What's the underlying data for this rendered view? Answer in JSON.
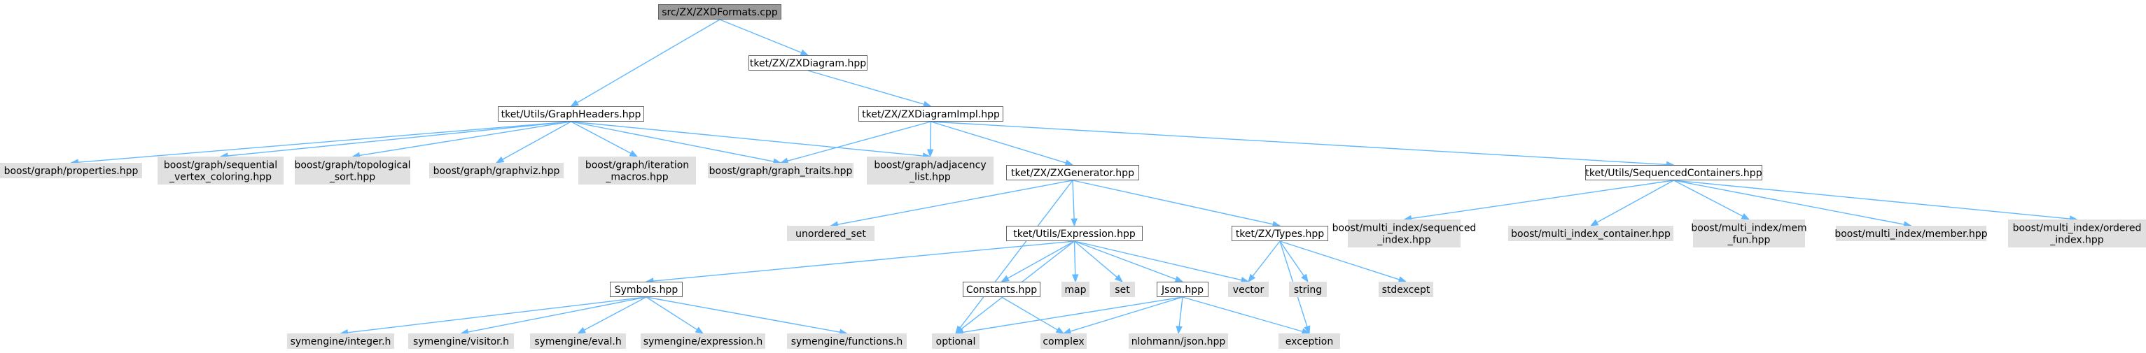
{
  "colors": {
    "edge": "#63b8ff",
    "root_fill": "#999999",
    "root_border": "#666666",
    "local_fill": "#ffffff",
    "local_border": "#666666",
    "external_fill": "#e0e0e0",
    "external_border": "#e0e0e0"
  },
  "nodes": [
    {
      "id": "root",
      "kind": "root",
      "lines": [
        "src/ZX/ZXDFormats.cpp"
      ]
    },
    {
      "id": "graphheaders",
      "kind": "local",
      "lines": [
        "tket/Utils/GraphHeaders.hpp"
      ]
    },
    {
      "id": "zxdiagram",
      "kind": "local",
      "lines": [
        "tket/ZX/ZXDiagram.hpp"
      ]
    },
    {
      "id": "zxdiagramimpl",
      "kind": "local",
      "lines": [
        "tket/ZX/ZXDiagramImpl.hpp"
      ]
    },
    {
      "id": "properties",
      "kind": "external",
      "lines": [
        "boost/graph/properties.hpp"
      ]
    },
    {
      "id": "seqcolor",
      "kind": "external",
      "lines": [
        "boost/graph/sequential",
        "_vertex_coloring.hpp"
      ]
    },
    {
      "id": "topo",
      "kind": "external",
      "lines": [
        "boost/graph/topological",
        "_sort.hpp"
      ]
    },
    {
      "id": "graphviz",
      "kind": "external",
      "lines": [
        "boost/graph/graphviz.hpp"
      ]
    },
    {
      "id": "itermacros",
      "kind": "external",
      "lines": [
        "boost/graph/iteration",
        "_macros.hpp"
      ]
    },
    {
      "id": "graphtraits",
      "kind": "external",
      "lines": [
        "boost/graph/graph_traits.hpp"
      ]
    },
    {
      "id": "adjlist",
      "kind": "external",
      "lines": [
        "boost/graph/adjacency",
        "_list.hpp"
      ]
    },
    {
      "id": "zxgenerator",
      "kind": "local",
      "lines": [
        "tket/ZX/ZXGenerator.hpp"
      ]
    },
    {
      "id": "seqcontainers",
      "kind": "local",
      "lines": [
        "tket/Utils/SequencedContainers.hpp"
      ]
    },
    {
      "id": "unordered_set",
      "kind": "external",
      "lines": [
        "unordered_set"
      ]
    },
    {
      "id": "expression",
      "kind": "local",
      "lines": [
        "tket/Utils/Expression.hpp"
      ]
    },
    {
      "id": "types",
      "kind": "local",
      "lines": [
        "tket/ZX/Types.hpp"
      ]
    },
    {
      "id": "mi_sequenced",
      "kind": "external",
      "lines": [
        "boost/multi_index/sequenced",
        "_index.hpp"
      ]
    },
    {
      "id": "mi_container",
      "kind": "external",
      "lines": [
        "boost/multi_index_container.hpp"
      ]
    },
    {
      "id": "mi_memfun",
      "kind": "external",
      "lines": [
        "boost/multi_index/mem",
        "_fun.hpp"
      ]
    },
    {
      "id": "mi_member",
      "kind": "external",
      "lines": [
        "boost/multi_index/member.hpp"
      ]
    },
    {
      "id": "mi_ordered",
      "kind": "external",
      "lines": [
        "boost/multi_index/ordered",
        "_index.hpp"
      ]
    },
    {
      "id": "symbols",
      "kind": "local",
      "lines": [
        "Symbols.hpp"
      ]
    },
    {
      "id": "constants",
      "kind": "local",
      "lines": [
        "Constants.hpp"
      ]
    },
    {
      "id": "map",
      "kind": "external",
      "lines": [
        "map"
      ]
    },
    {
      "id": "set",
      "kind": "external",
      "lines": [
        "set"
      ]
    },
    {
      "id": "json",
      "kind": "local",
      "lines": [
        "Json.hpp"
      ]
    },
    {
      "id": "vector",
      "kind": "external",
      "lines": [
        "vector"
      ]
    },
    {
      "id": "string",
      "kind": "external",
      "lines": [
        "string"
      ]
    },
    {
      "id": "stdexcept",
      "kind": "external",
      "lines": [
        "stdexcept"
      ]
    },
    {
      "id": "sym_integer",
      "kind": "external",
      "lines": [
        "symengine/integer.h"
      ]
    },
    {
      "id": "sym_visitor",
      "kind": "external",
      "lines": [
        "symengine/visitor.h"
      ]
    },
    {
      "id": "sym_eval",
      "kind": "external",
      "lines": [
        "symengine/eval.h"
      ]
    },
    {
      "id": "sym_expression",
      "kind": "external",
      "lines": [
        "symengine/expression.h"
      ]
    },
    {
      "id": "sym_functions",
      "kind": "external",
      "lines": [
        "symengine/functions.h"
      ]
    },
    {
      "id": "optional",
      "kind": "external",
      "lines": [
        "optional"
      ]
    },
    {
      "id": "complex",
      "kind": "external",
      "lines": [
        "complex"
      ]
    },
    {
      "id": "nlohmann",
      "kind": "external",
      "lines": [
        "nlohmann/json.hpp"
      ]
    },
    {
      "id": "exception",
      "kind": "external",
      "lines": [
        "exception"
      ]
    }
  ],
  "edges": [
    [
      "root",
      "graphheaders"
    ],
    [
      "root",
      "zxdiagram"
    ],
    [
      "zxdiagram",
      "zxdiagramimpl"
    ],
    [
      "graphheaders",
      "properties"
    ],
    [
      "graphheaders",
      "seqcolor"
    ],
    [
      "graphheaders",
      "topo"
    ],
    [
      "graphheaders",
      "graphviz"
    ],
    [
      "graphheaders",
      "itermacros"
    ],
    [
      "graphheaders",
      "graphtraits"
    ],
    [
      "graphheaders",
      "adjlist"
    ],
    [
      "zxdiagramimpl",
      "graphtraits"
    ],
    [
      "zxdiagramimpl",
      "adjlist"
    ],
    [
      "zxdiagramimpl",
      "zxgenerator"
    ],
    [
      "zxdiagramimpl",
      "seqcontainers"
    ],
    [
      "zxgenerator",
      "unordered_set"
    ],
    [
      "zxgenerator",
      "expression"
    ],
    [
      "zxgenerator",
      "types"
    ],
    [
      "zxgenerator",
      "optional"
    ],
    [
      "seqcontainers",
      "mi_sequenced"
    ],
    [
      "seqcontainers",
      "mi_container"
    ],
    [
      "seqcontainers",
      "mi_memfun"
    ],
    [
      "seqcontainers",
      "mi_member"
    ],
    [
      "seqcontainers",
      "mi_ordered"
    ],
    [
      "expression",
      "symbols"
    ],
    [
      "expression",
      "constants"
    ],
    [
      "expression",
      "map"
    ],
    [
      "expression",
      "set"
    ],
    [
      "expression",
      "json"
    ],
    [
      "expression",
      "vector"
    ],
    [
      "expression",
      "optional"
    ],
    [
      "types",
      "vector"
    ],
    [
      "types",
      "string"
    ],
    [
      "types",
      "stdexcept"
    ],
    [
      "types",
      "exception"
    ],
    [
      "symbols",
      "sym_integer"
    ],
    [
      "symbols",
      "sym_visitor"
    ],
    [
      "symbols",
      "sym_eval"
    ],
    [
      "symbols",
      "sym_expression"
    ],
    [
      "symbols",
      "sym_functions"
    ],
    [
      "constants",
      "complex"
    ],
    [
      "json",
      "optional"
    ],
    [
      "json",
      "complex"
    ],
    [
      "json",
      "nlohmann"
    ],
    [
      "json",
      "exception"
    ]
  ]
}
